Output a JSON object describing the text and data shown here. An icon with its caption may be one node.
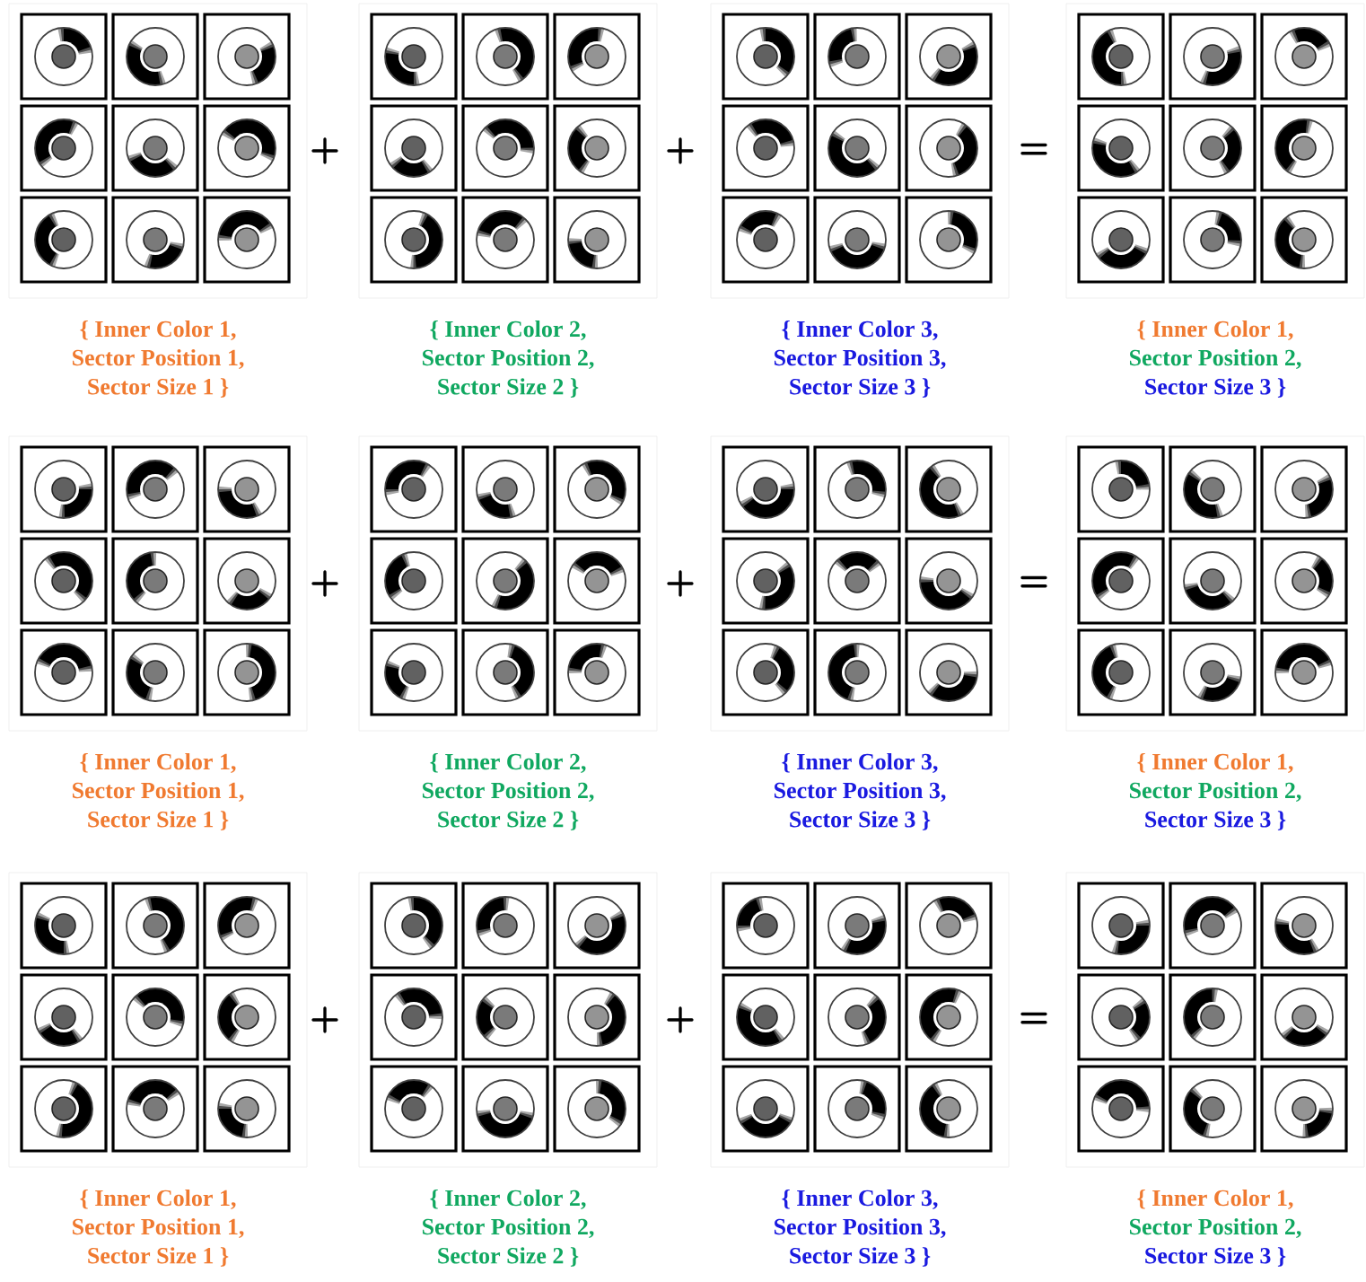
{
  "diagram": {
    "labels": [
      "+",
      "+",
      "=",
      "{ Inner Color 1,",
      "Sector Position 1,",
      "Sector Size 1 }",
      "{ Inner Color 2,",
      "Sector Position 2,",
      "Sector Size 2 }",
      "{ Inner Color 3,",
      "Sector Position 3,",
      "Sector Size 3 }",
      "{ Inner Color 1,",
      "Sector Position 2,",
      "Sector Size 3 }",
      "+",
      "+",
      "=",
      "{ Inner Color 1,",
      "Sector Position 1,",
      "Sector Size 1 }",
      "{ Inner Color 2,",
      "Sector Position 2,",
      "Sector Size 2 }",
      "{ Inner Color 3,",
      "Sector Position 3,",
      "Sector Size 3 }",
      "{ Inner Color 1,",
      "Sector Position 2,",
      "Sector Size 3 }",
      "+",
      "+",
      "=",
      "{ Inner Color 1,",
      "Sector Position 1,",
      "Sector Size 1 }",
      "{ Inner Color 2,",
      "Sector Position 2,",
      "Sector Size 2 }",
      "{ Inner Color 3,",
      "Sector Position 3,",
      "Sector Size 3 }",
      "{ Inner Color 1,",
      "Sector Position 2,",
      "Sector Size 3 }"
    ]
  }
}
